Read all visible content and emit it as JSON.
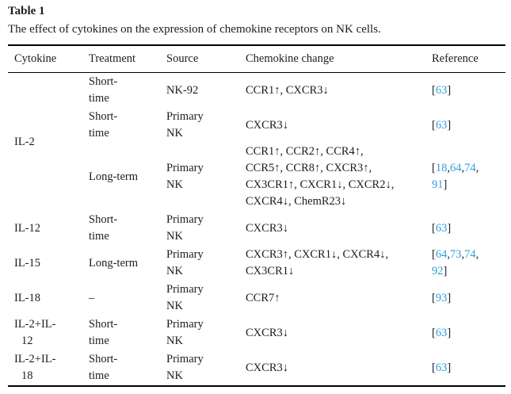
{
  "table": {
    "label": "Table 1",
    "caption": "The effect of cytokines on the expression of chemokine receptors on NK cells.",
    "columns": [
      "Cytokine",
      "Treatment",
      "Source",
      "Chemokine change",
      "Reference"
    ],
    "groups": [
      {
        "cytokine": "IL-2",
        "rows": [
          {
            "treatment": "Short-\ntime",
            "source": "NK-92",
            "chemokine": "CCR1↑, CXCR3↓",
            "reference": "[63]"
          },
          {
            "treatment": "Short-\ntime",
            "source": "Primary\nNK",
            "chemokine": "CXCR3↓",
            "reference": "[63]"
          },
          {
            "treatment": "Long-term",
            "source": "Primary\nNK",
            "chemokine": "CCR1↑, CCR2↑, CCR4↑,\nCCR5↑, CCR8↑, CXCR3↑,\nCX3CR1↑, CXCR1↓, CXCR2↓,\nCXCR4↓, ChemR23↓",
            "reference": "[18,64,74,\n91]"
          }
        ]
      },
      {
        "cytokine": "IL-12",
        "rows": [
          {
            "treatment": "Short-\ntime",
            "source": "Primary\nNK",
            "chemokine": "CXCR3↓",
            "reference": "[63]"
          }
        ]
      },
      {
        "cytokine": "IL-15",
        "rows": [
          {
            "treatment": "Long-term",
            "source": "Primary\nNK",
            "chemokine": "CXCR3↑, CXCR1↓, CXCR4↓,\nCX3CR1↓",
            "reference": "[64,73,74,\n92]"
          }
        ]
      },
      {
        "cytokine": "IL-18",
        "rows": [
          {
            "treatment": "–",
            "source": "Primary\nNK",
            "chemokine": "CCR7↑",
            "reference": "[93]"
          }
        ]
      },
      {
        "cytokine": "IL-2+IL-\n12",
        "rows": [
          {
            "treatment": "Short-\ntime",
            "source": "Primary\nNK",
            "chemokine": "CXCR3↓",
            "reference": "[63]"
          }
        ]
      },
      {
        "cytokine": "IL-2+IL-\n18",
        "rows": [
          {
            "treatment": "Short-\ntime",
            "source": "Primary\nNK",
            "chemokine": "CXCR3↓",
            "reference": "[63]"
          }
        ]
      }
    ],
    "colors": {
      "text": "#1d1d1d",
      "reference_link_blue": "#309fd9",
      "rule": "#000000",
      "background": "#ffffff"
    }
  }
}
